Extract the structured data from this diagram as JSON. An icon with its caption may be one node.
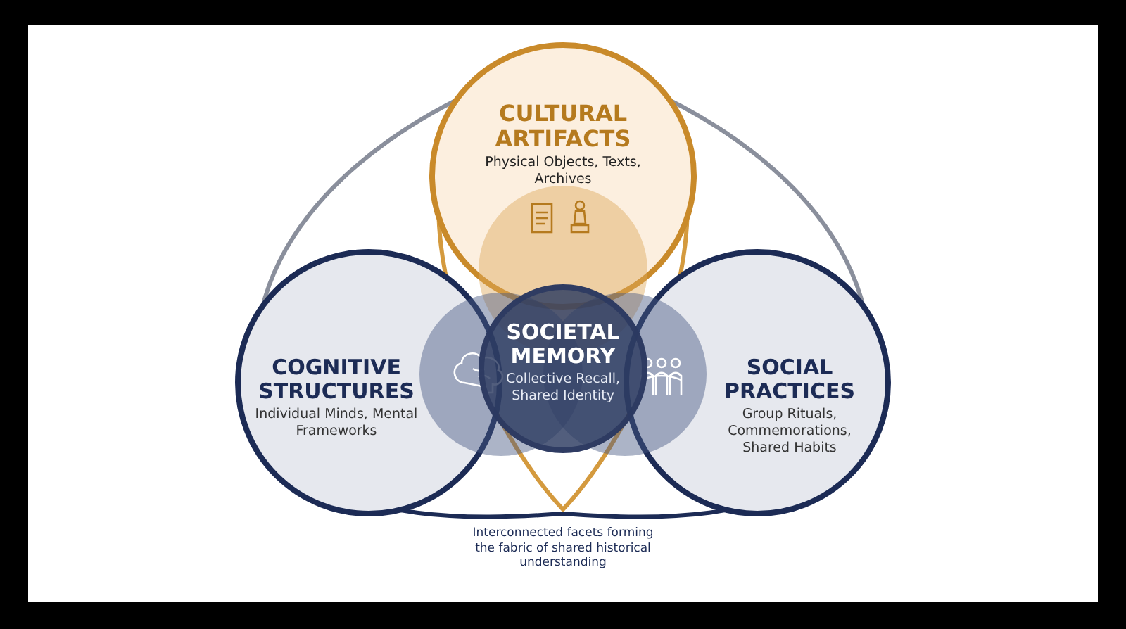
{
  "diagram": {
    "nodes": [
      {
        "text": [
          "CULTURAL ARTIFACTS",
          "Physical Objects, Texts, Archives"
        ]
      },
      {
        "text": [
          "COGNITIVE STRUCTURES",
          "Individual Minds, Mental Frameworks"
        ]
      },
      {
        "text": [
          "SOCIETAL MEMORY",
          "Collective Recall, Shared Identity"
        ]
      },
      {
        "text": [
          "SOCIAL PRACTICES",
          "Group Rituals, Commemorations, Shared Habits"
        ]
      }
    ],
    "labels": [
      "Interconnected facets forming the fabric of shared historical understanding"
    ]
  }
}
